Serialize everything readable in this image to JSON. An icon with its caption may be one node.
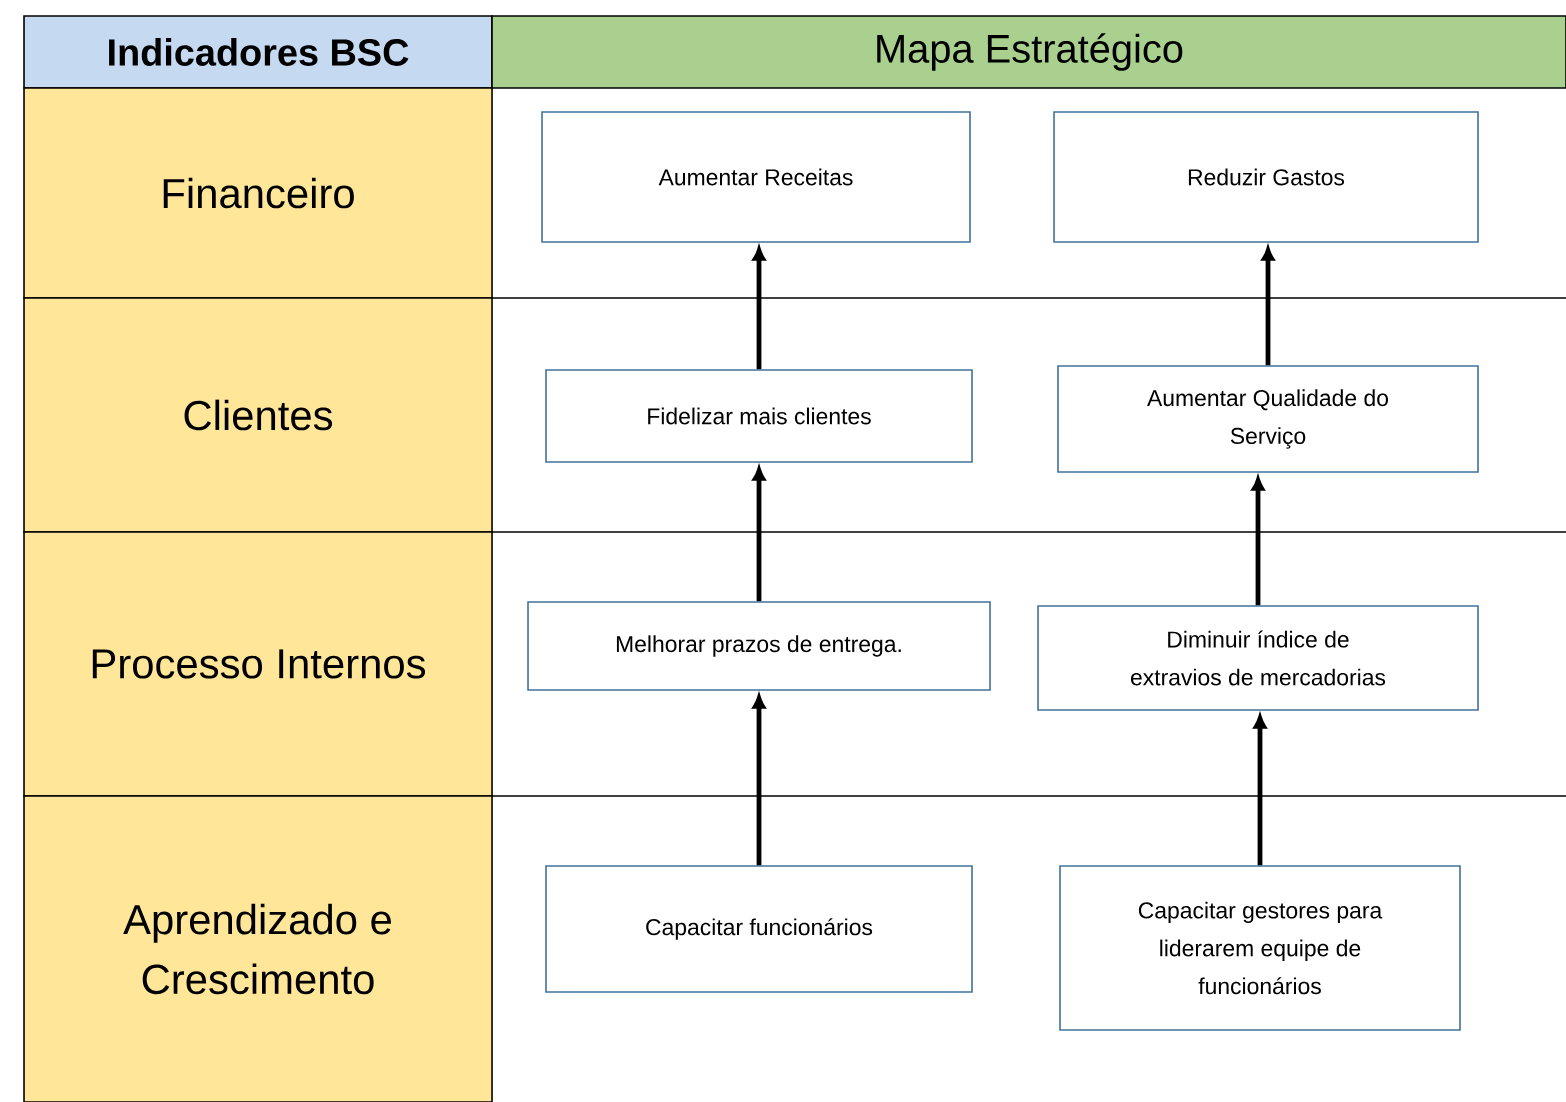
{
  "diagram": {
    "nodes": [
      {
        "text": [
          "Indicadores BSC"
        ]
      },
      {
        "text": [
          "Mapa Estratégico"
        ]
      },
      {
        "text": [
          "Financeiro"
        ]
      },
      {
        "text": [
          "Aumentar Receitas"
        ]
      },
      {
        "text": [
          "Reduzir Gastos"
        ]
      },
      {
        "text": [
          "Clientes"
        ]
      },
      {
        "text": [
          "Fidelizar mais clientes"
        ]
      },
      {
        "text": [
          "Aumentar Qualidade do Serviço"
        ]
      },
      {
        "text": [
          "Processo Internos"
        ]
      },
      {
        "text": [
          "Melhorar prazos de entrega."
        ]
      },
      {
        "text": [
          "Diminuir índice de extravios de mercadorias"
        ]
      },
      {
        "text": [
          "Aprendizado e Crescimento"
        ]
      },
      {
        "text": [
          "Capacitar funcionários"
        ]
      },
      {
        "text": [
          "Capacitar gestores para liderarem equipe de funcionários"
        ]
      }
    ],
    "edges": [
      {
        "from": 6,
        "to": 3,
        "arrow": "to"
      },
      {
        "from": 7,
        "to": 4,
        "arrow": "to"
      },
      {
        "from": 9,
        "to": 6,
        "arrow": "to"
      },
      {
        "from": 10,
        "to": 7,
        "arrow": "to"
      },
      {
        "from": 12,
        "to": 9,
        "arrow": "to"
      },
      {
        "from": 13,
        "to": 10,
        "arrow": "to"
      }
    ]
  }
}
